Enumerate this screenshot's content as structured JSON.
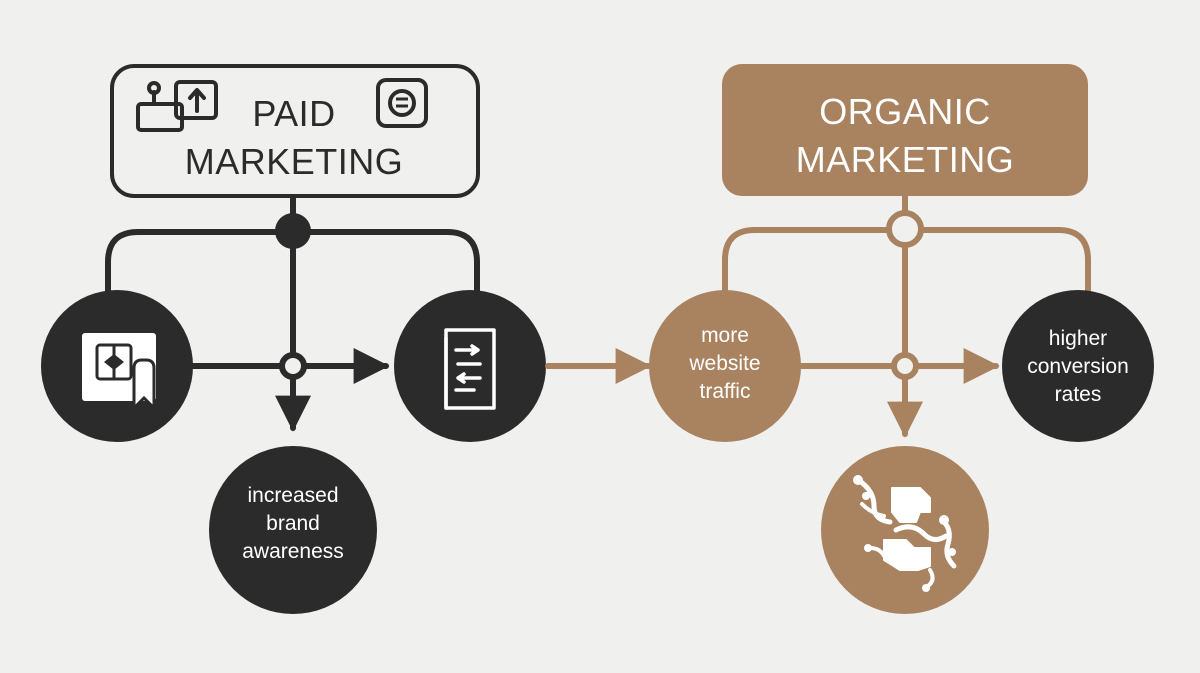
{
  "paid": {
    "title_line1": "PAID",
    "title_line2": "MARKETING",
    "outcome_line1": "increased",
    "outcome_line2": "brand",
    "outcome_line3": "awareness"
  },
  "organic": {
    "title_line1": "ORGANIC",
    "title_line2": "MARKETING",
    "traffic_line1": "more",
    "traffic_line2": "website",
    "traffic_line3": "traffic",
    "conversion_line1": "higher",
    "conversion_line2": "conversion",
    "conversion_line3": "rates"
  },
  "colors": {
    "background": "#f0f0ef",
    "dark": "#2b2b2b",
    "brown": "#a98260",
    "white": "#ffffff"
  },
  "icons": {
    "paid_header_left": "ad-sign-icon",
    "paid_header_right": "menu-badge-icon",
    "paid_source_node": "ad-frame-icon",
    "paid_target_node": "document-icon",
    "organic_bottom_node": "organic-growth-icon"
  }
}
